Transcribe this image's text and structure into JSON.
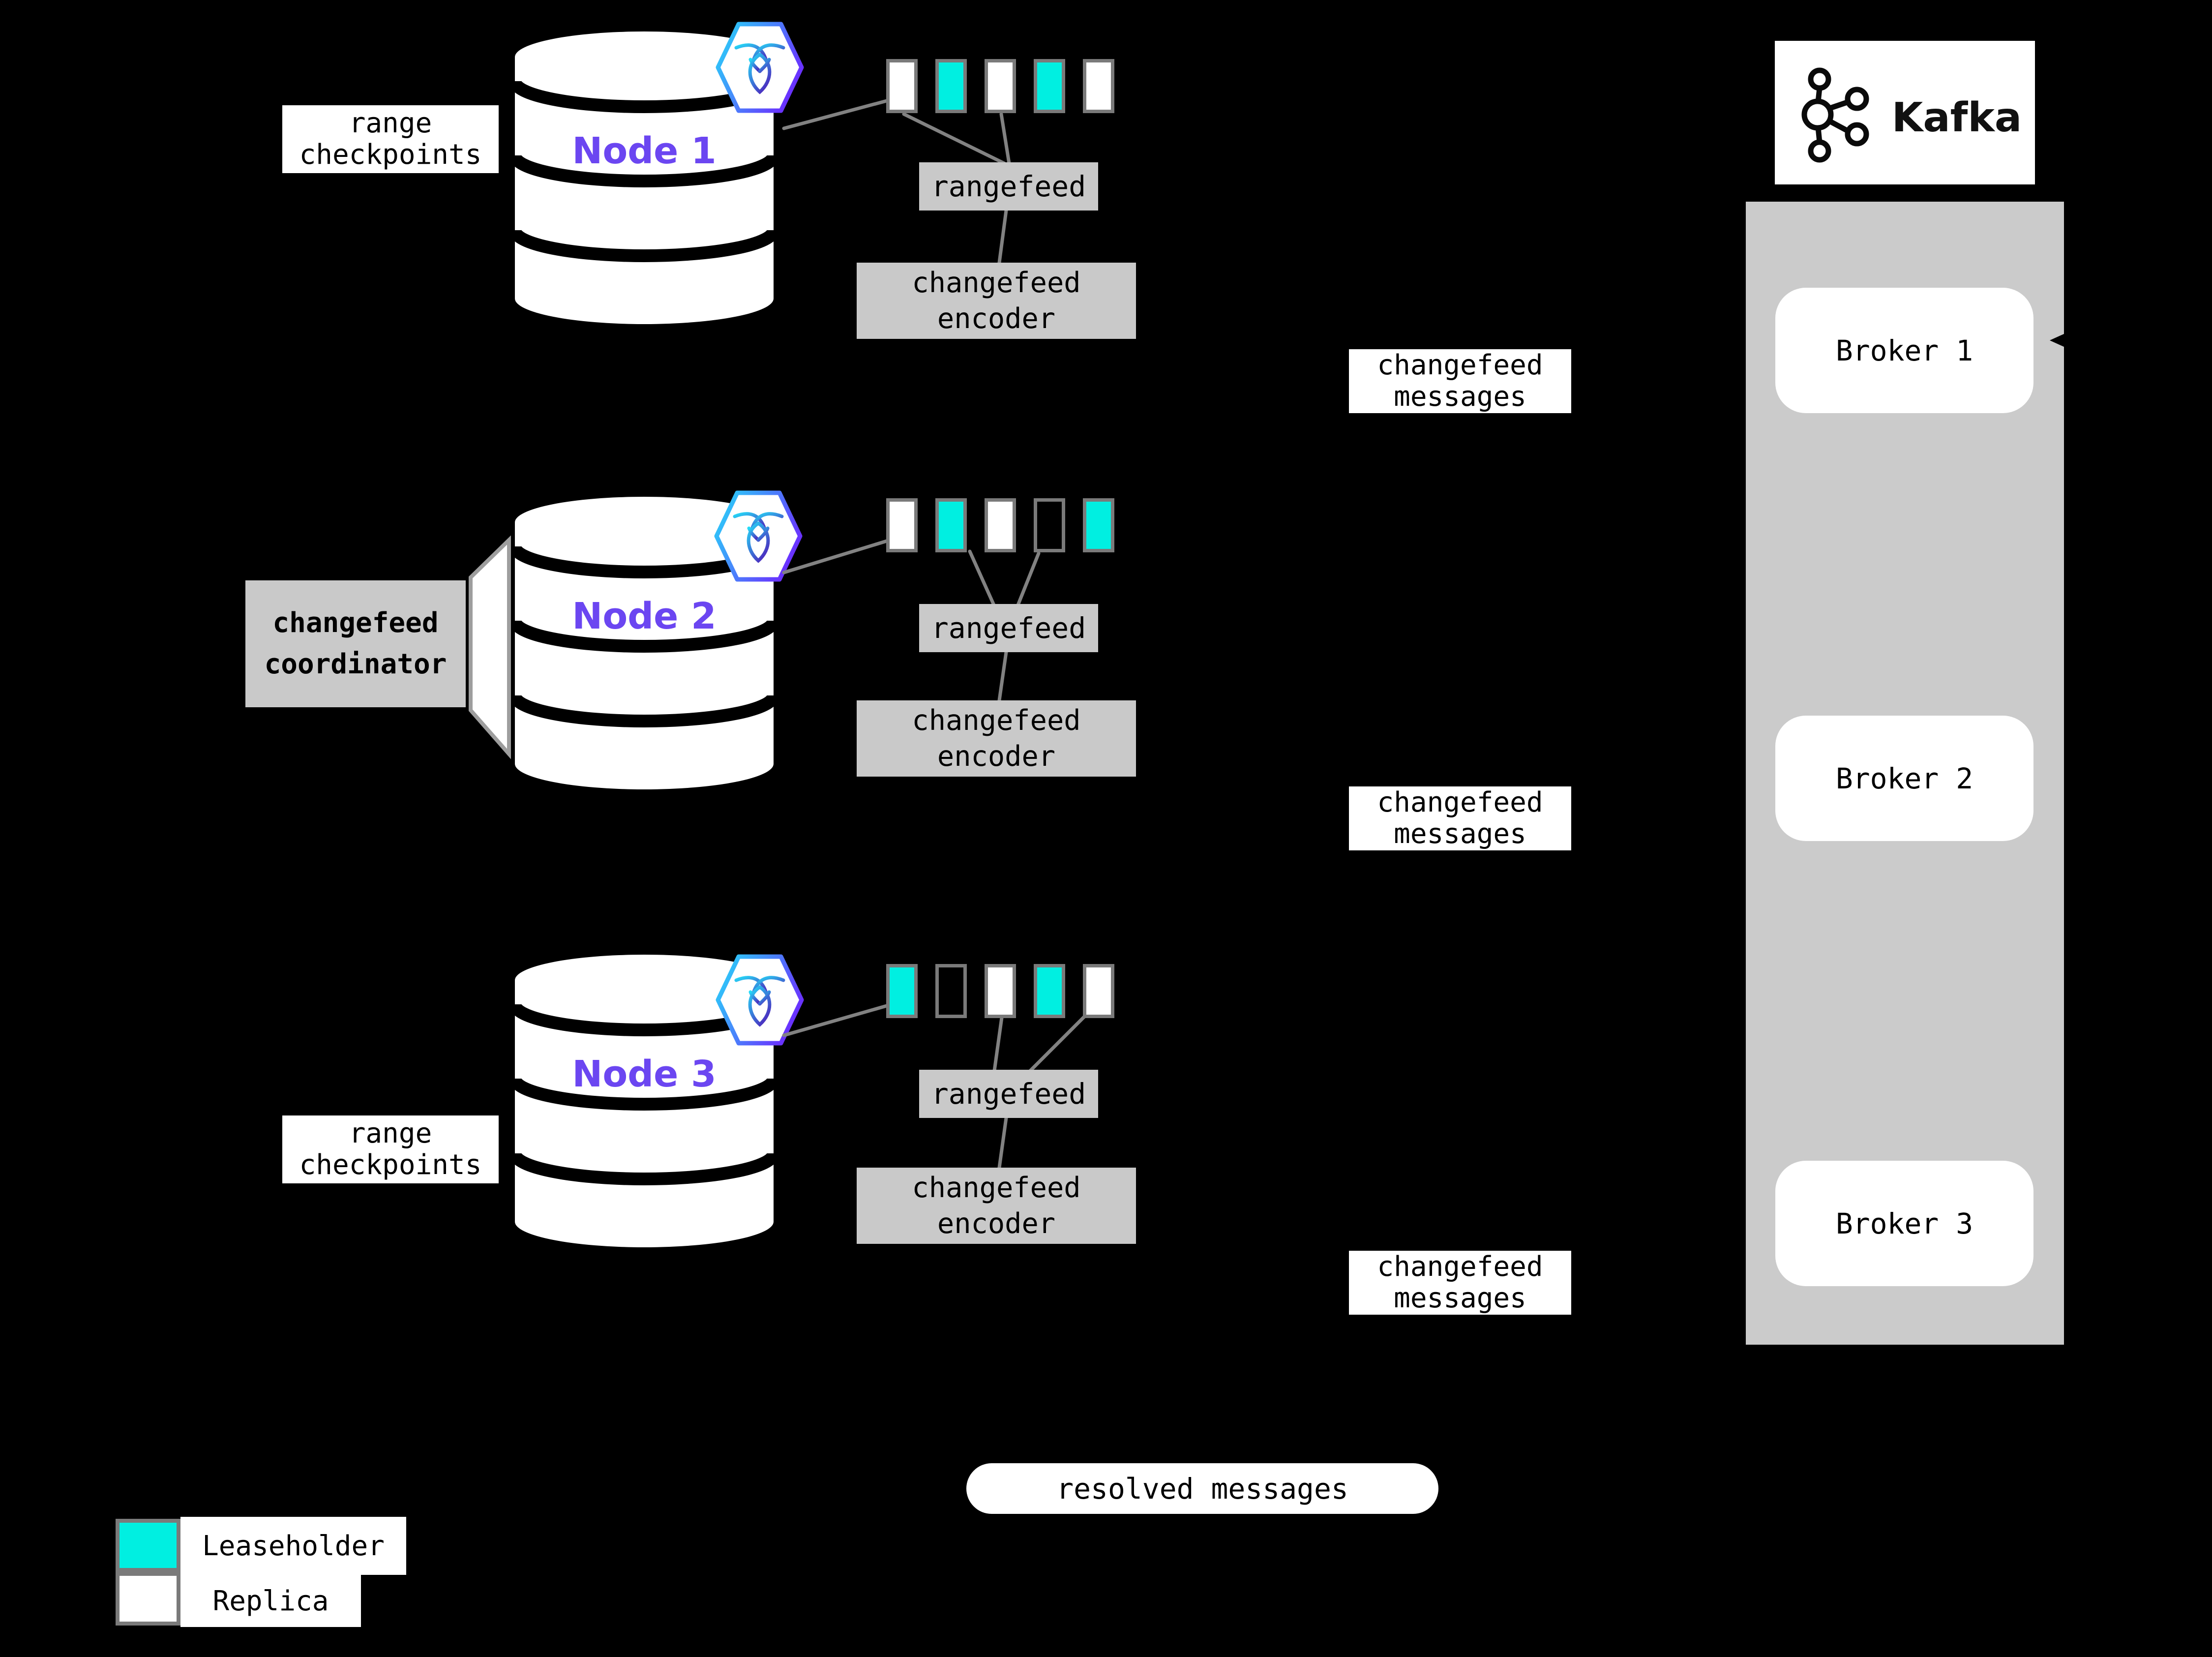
{
  "colors": {
    "background": "#000000",
    "leaseholder_teal": "#00efe1",
    "replica_white": "#ffffff",
    "node_label_purple": "#6b46f1",
    "process_box_gray": "#c9c9c9",
    "kafka_container_gray": "#cbcbcb",
    "connector_line_gray": "#828282"
  },
  "icons": {
    "node_badge": "cockroachdb-hexagon-icon",
    "kafka": "kafka-logo-icon",
    "arrow": "left-arrowhead-icon"
  },
  "labels": {
    "range_checkpoints": "range checkpoints",
    "changefeed_coordinator": "changefeed coordinator",
    "rangefeed": "rangefeed",
    "changefeed_encoder": "changefeed encoder",
    "changefeed_messages": "changefeed messages",
    "resolved_messages": "resolved messages"
  },
  "nodes": [
    {
      "label": "Node 1",
      "replicas": [
        "replica",
        "leaseholder",
        "replica",
        "leaseholder",
        "replica"
      ]
    },
    {
      "label": "Node 2",
      "replicas": [
        "replica",
        "leaseholder",
        "replica",
        "empty",
        "leaseholder"
      ]
    },
    {
      "label": "Node 3",
      "replicas": [
        "leaseholder",
        "empty",
        "replica",
        "leaseholder",
        "replica"
      ]
    }
  ],
  "kafka": {
    "wordmark": "Kafka",
    "brokers": [
      "Broker 1",
      "Broker 2",
      "Broker 3"
    ]
  },
  "legend": {
    "leaseholder_label": "Leaseholder",
    "replica_label": "Replica"
  }
}
